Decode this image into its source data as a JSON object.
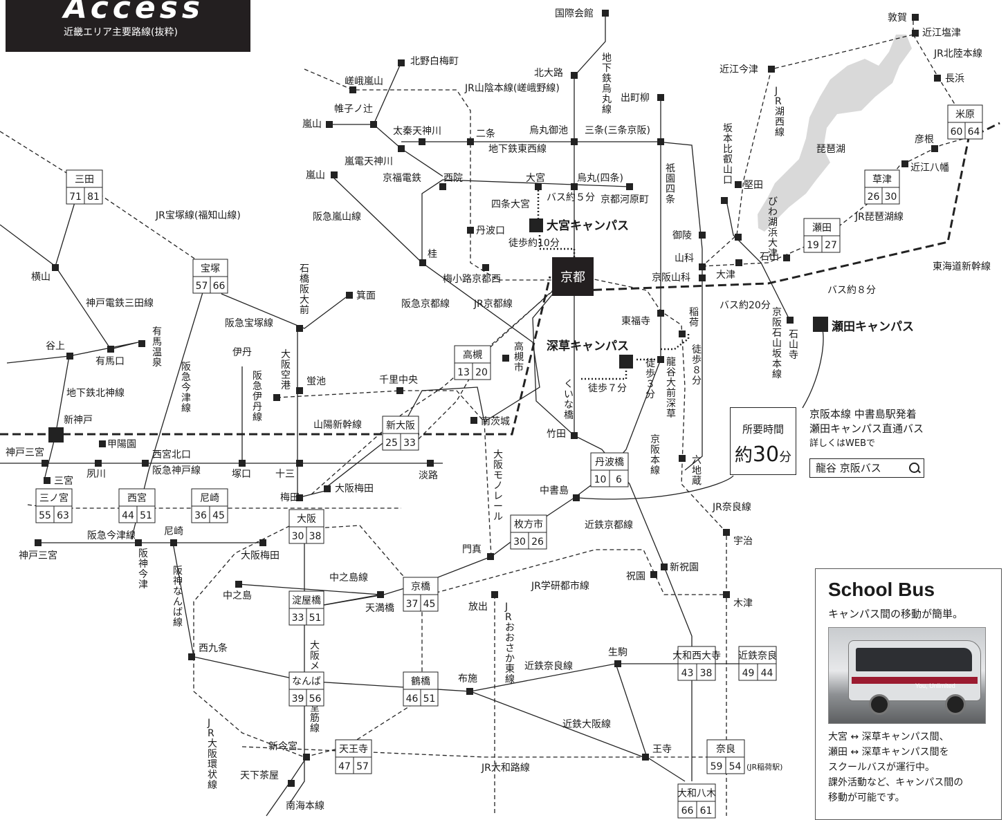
{
  "header": {
    "title": "Access",
    "subtitle": "近畿エリア主要路線(抜粋)"
  },
  "stations": {
    "kokusai": "国際会館",
    "kitaoji": "北大路",
    "demachi": "出町柳",
    "kitano": "北野白梅町",
    "sagaarashiyama": "嵯峨嵐山",
    "kurumazaki": "帷子ノ辻",
    "arashiyama1": "嵐山",
    "uzumasa": "太秦天神川",
    "nijo": "二条",
    "karasumaoike": "烏丸御池",
    "sanjo": "三条(三条京阪)",
    "randen": "嵐電天神川",
    "keifuku": "京福電鉄",
    "saiin": "西院",
    "omiya": "大宮",
    "karasuma": "烏丸(四条)",
    "kawaramachi": "京都河原町",
    "shijoomiya": "四条大宮",
    "arashiyama2": "嵐山",
    "tambaguchi": "丹波口",
    "katsura": "桂",
    "umekoji": "梅小路京都西",
    "mino": "箕面",
    "sanda": "三田",
    "sanda_n": [
      "71",
      "81"
    ],
    "yokoyama": "横山",
    "takarazuka": "宝塚",
    "takarazuka_n": [
      "57",
      "66"
    ],
    "ishibashi": "石橋阪大前",
    "tanigami": "谷上",
    "arimaguchi": "有馬口",
    "arimaonsen": "有馬温泉",
    "itami": "伊丹",
    "osakakuko": "大阪空港",
    "hotarugaike": "蛍池",
    "senrichuo": "千里中央",
    "takatsuki": "高槻",
    "takatsuki_n": [
      "13",
      "20"
    ],
    "takatsukishi": "高槻市",
    "shinkobe": "新神戸",
    "shinosaka": "新大阪",
    "shinosaka_n": [
      "25",
      "33"
    ],
    "minamiibaraki": "南茨城",
    "kobesannomiya": "神戸三宮",
    "koyoen": "甲陽園",
    "shukugawa": "夙川",
    "nishinomiyakitaguchi": "西宮北口",
    "sannomiya": "三宮",
    "tsukaguchi": "塚口",
    "juso": "十三",
    "osakaumeda": "大阪梅田",
    "awaji": "淡路",
    "sannomiya2": "三ノ宮",
    "sannomiya2_n": [
      "55",
      "63"
    ],
    "nishinomiya": "西宮",
    "nishinomiya_n": [
      "44",
      "51"
    ],
    "amagasaki": "尼崎",
    "amagasaki_n": [
      "36",
      "45"
    ],
    "umeda": "梅田",
    "osaka": "大阪",
    "osaka_n": [
      "30",
      "38"
    ],
    "kobesannomiya2": "神戸三宮",
    "amagasaki2": "尼崎",
    "osakaumeda2": "大阪梅田",
    "nakanoshima": "中之島",
    "yodoyabashi": "淀屋橋",
    "yodoyabashi_n": [
      "33",
      "51"
    ],
    "temmabashi": "天満橋",
    "kyobashi": "京橋",
    "kyobashi_n": [
      "37",
      "45"
    ],
    "hanaten": "放出",
    "nishikujo": "西九条",
    "namba": "なんば",
    "namba_n": [
      "39",
      "56"
    ],
    "tsuruhashi": "鶴橋",
    "tsuruhashi_n": [
      "46",
      "51"
    ],
    "fuse": "布施",
    "tennoji": "天王寺",
    "tennoji_n": [
      "47",
      "57"
    ],
    "shinimamiya": "新今宮",
    "tengachaya": "天下茶屋",
    "kadoma": "門真",
    "hirakatashi": "枚方市",
    "hirakatashi_n": [
      "30",
      "26"
    ],
    "kyoto": "京都",
    "tofukuji": "東福寺",
    "inari": "稲荷",
    "ryukoku": "龍谷大前深草",
    "fushimi": "深草キャンパス",
    "kuinabashi": "くいな橋",
    "takeda": "竹田",
    "tambabashi": "丹波橋",
    "tambabashi_n": [
      "10",
      "6"
    ],
    "nakashojima": "中書島",
    "chushojima": "中書島",
    "rokujizo": "六地蔵",
    "uji": "宇治",
    "shinhosono": "新祝園",
    "hosono": "祝園",
    "kizu": "木津",
    "yamatosaidaiji": "大和西大寺",
    "yamatosaidaiji_n": [
      "43",
      "38"
    ],
    "kintetsunara": "近鉄奈良",
    "kintetsunara_n": [
      "49",
      "44"
    ],
    "ikoma": "生駒",
    "oji": "王寺",
    "nara": "奈良",
    "nara_n": [
      "59",
      "54"
    ],
    "nara_note": "(JR稲荷駅)",
    "yamatoyagi": "大和八木",
    "yamatoyagi_n": [
      "66",
      "61"
    ],
    "goryo": "御陵",
    "yamashina": "山科",
    "keihanyamashina": "京阪山科",
    "otsu": "大津",
    "ishiyama": "石山",
    "ishiyamadera": "石山寺",
    "biwako": "びわ湖浜大津",
    "katata": "堅田",
    "sakamoto": "坂本比叡山口",
    "omiimazu": "近江今津",
    "tsuruga": "敦賀",
    "omishiotsu": "近江塩津",
    "nagahama": "長浜",
    "maibara": "米原",
    "maibara_n": [
      "60",
      "64"
    ],
    "hikone": "彦根",
    "omihachiman": "近江八幡",
    "kusatsu": "草津",
    "kusatsu_n": [
      "26",
      "30"
    ],
    "seta": "瀬田",
    "seta_n": [
      "19",
      "27"
    ],
    "biwa": "琵琶湖"
  },
  "lines": {
    "jrsagano": "JR山陰本線(嵯峨野線)",
    "karasumaline": "地下鉄烏丸線",
    "tozaiLine": "地下鉄東西線",
    "arashiyamaline": "阪急嵐山線",
    "takarazukajr": "JR宝塚線(福知山線)",
    "shintetsu": "神戸電鉄三田線",
    "hankyutakarazuka": "阪急宝塚線",
    "hankyukyoto": "阪急京都線",
    "jrkyoto": "JR京都線",
    "imazu": "阪急今津線",
    "hokushin": "地下鉄北神線",
    "itamiline": "阪急伊丹線",
    "sanyo": "山陽新幹線",
    "hankyukobe": "阪急神戸線",
    "monorail": "大阪モノレール",
    "hanshinimazu": "阪神今津",
    "nakanoshimaline": "中之島線",
    "hanshinnamba": "阪神なんば線",
    "midosuji": "大阪メトロ御堂筋線",
    "jrgakken": "JR学研都市線",
    "jrosakahigashi": "JRおおさか東線",
    "kintetsunaraline": "近鉄奈良線",
    "kintetsuosaka": "近鉄大阪線",
    "loopline": "JR大阪環状線",
    "yamatoji": "JR大和路線",
    "nankai": "南海本線",
    "keihanmain": "京阪本線",
    "kintetsukyoto": "近鉄京都線",
    "jrnara": "JR奈良線",
    "gion": "祇園四条",
    "keihanishiyama": "京阪石山坂本線",
    "kosei": "JR湖西線",
    "hokuriku": "JR北陸本線",
    "biwako": "JR琵琶湖線",
    "tokaido": "東海道新幹線"
  },
  "campuses": {
    "omiya": "大宮キャンパス",
    "fukakusa": "深草キャンパス",
    "seta": "瀬田キャンパス"
  },
  "walks": {
    "omiya_bus": "バス約５分",
    "omiya_walk": "徒歩約10分",
    "fukakusa_walk7": "徒歩７分",
    "fukakusa_walk3": "徒歩３分",
    "fukakusa_walk8": "徒歩８分",
    "seta_bus": "バス約８分",
    "otsu_bus": "バス約20分"
  },
  "direct_bus": {
    "box_label": "所要時間",
    "box_value": "約30分",
    "box_num": "30",
    "box_unit": "分",
    "line1": "京阪本線 中書島駅発着",
    "line2": "瀬田キャンパス直通バス",
    "line3": "詳しくはWEBで",
    "search_text": "龍谷 京阪バス"
  },
  "school_bus": {
    "title": "School Bus",
    "subtitle": "キャンパス間の移動が簡単。",
    "bus_text": "You, Unlimited",
    "desc": [
      "大宮 ↔ 深草キャンパス間、",
      "瀬田 ↔ 深草キャンパス間を",
      "スクールバスが運行中。",
      "課外活動など、キャンパス間の",
      "移動が可能です。"
    ]
  }
}
